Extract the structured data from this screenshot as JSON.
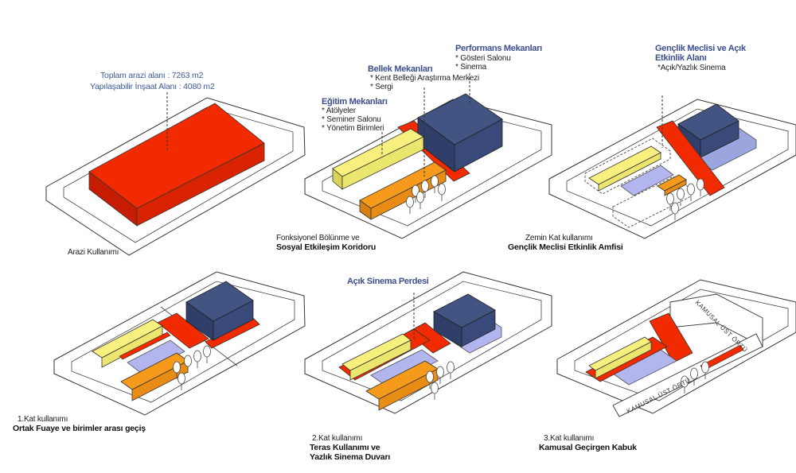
{
  "panels": [
    {
      "caption": [
        "Arazi Kullanımı"
      ],
      "annotations": [
        {
          "heading": "Toplam arazi alanı : 7263 m2",
          "items": []
        },
        {
          "heading": "Yapılaşabilir İnşaat Alanı : 4080 m2",
          "items": []
        }
      ]
    },
    {
      "caption": [
        "Fonksiyonel Bölünme ve",
        "Sosyal Etkileşim Koridoru"
      ],
      "annotations": [
        {
          "heading": "Eğitim Mekanları",
          "items": [
            "* Atölyeler",
            "* Seminer Salonu",
            "* Yönetim Birimleri"
          ]
        },
        {
          "heading": "Bellek Mekanları",
          "items": [
            "* Kent Belleği Araştırma Merkezi",
            "* Sergi"
          ]
        },
        {
          "heading": "Performans Mekanları",
          "items": [
            "* Gösteri Salonu",
            "* Sinema"
          ]
        }
      ]
    },
    {
      "caption": [
        "Zemin Kat kullanımı",
        "Gençlik Meclisi Etkinlik Amfisi"
      ],
      "annotations": [
        {
          "heading": "Gençlik Meclisi ve Açık",
          "items": []
        },
        {
          "heading": "Etkinlik Alanı",
          "items": [
            "*Açık/Yazlık Sinema"
          ]
        }
      ]
    },
    {
      "caption": [
        "1.Kat kullanımı",
        "Ortak Fuaye ve birimler arası geçiş"
      ],
      "annotations": []
    },
    {
      "caption": [
        "2.Kat kullanımı",
        "Teras Kullanımı ve",
        "Yazlık Sinema Duvarı"
      ],
      "annotations": [
        {
          "heading": "Açık Sinema Perdesi",
          "items": []
        }
      ]
    },
    {
      "caption": [
        "3.Kat kullanımı",
        "Kamusal Geçirgen Kabuk"
      ],
      "annotations": []
    }
  ],
  "shell_labels": [
    "KAMUSAL ÜST ÖRTÜ",
    "KAMUSAL ÜST ÖRTÜ"
  ],
  "colors": {
    "red": "#f22a00",
    "yellow": "#f7f07f",
    "orange": "#f59a1a",
    "navy": "#415482",
    "lilac": "#b3b6ee",
    "heading": "#3d4f8f"
  }
}
